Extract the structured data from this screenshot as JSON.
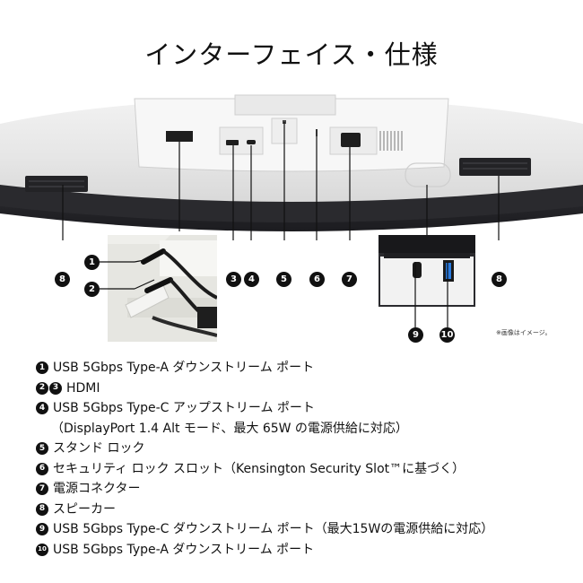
{
  "title": "インターフェイス・仕様",
  "note": "※画像はイメージ。",
  "callout_labels": [
    "1",
    "2",
    "3",
    "4",
    "5",
    "6",
    "7",
    "8",
    "8",
    "9",
    "10"
  ],
  "specs": [
    {
      "badges": [
        "1"
      ],
      "text": "USB 5Gbps Type-A ダウンストリーム ポート"
    },
    {
      "badges": [
        "2",
        "3"
      ],
      "text": "HDMI"
    },
    {
      "badges": [
        "4"
      ],
      "text": "USB 5Gbps Type-C アップストリーム ポート"
    },
    {
      "badges": [],
      "text": "（DisplayPort 1.4 Alt モード、最大 65W の電源供給に対応）"
    },
    {
      "badges": [
        "5"
      ],
      "text": "スタンド ロック"
    },
    {
      "badges": [
        "6"
      ],
      "text": "セキュリティ ロック スロット（Kensington Security Slot™に基づく）"
    },
    {
      "badges": [
        "7"
      ],
      "text": "電源コネクター"
    },
    {
      "badges": [
        "8"
      ],
      "text": "スピーカー"
    },
    {
      "badges": [
        "9"
      ],
      "text": "USB 5Gbps Type-C ダウンストリーム ポート（最大15Wの電源供給に対応）"
    },
    {
      "badges": [
        "10"
      ],
      "text": "USB 5Gbps Type-A ダウンストリーム ポート"
    }
  ]
}
